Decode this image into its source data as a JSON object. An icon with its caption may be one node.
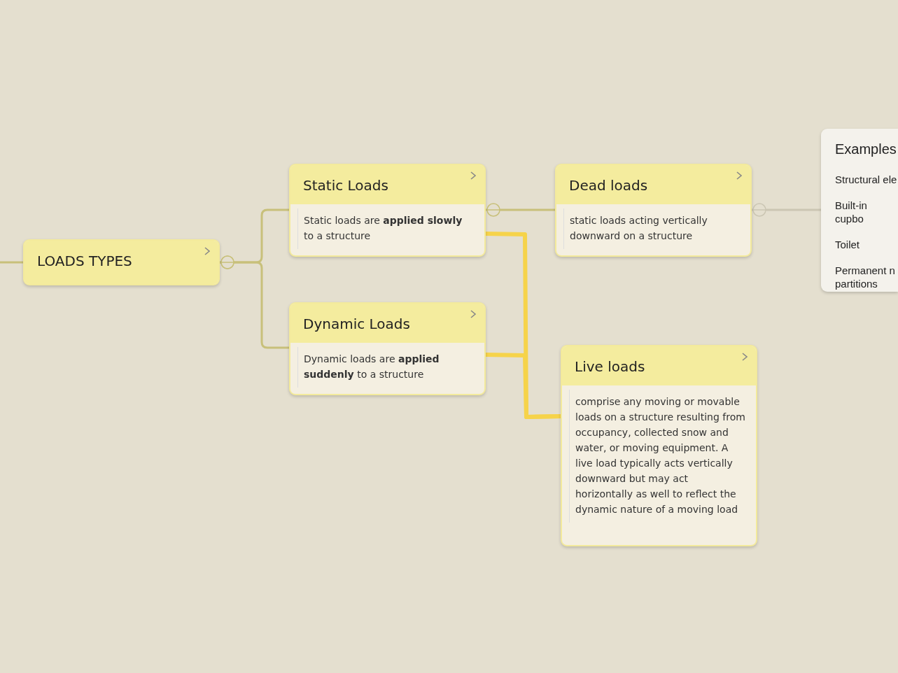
{
  "diagram": {
    "nodes": [
      {
        "text": [
          "LOADS TYPES"
        ]
      },
      {
        "text": [
          "Static Loads",
          "Static loads are **applied slowly** to a structure"
        ]
      },
      {
        "text": [
          "Dynamic Loads",
          "Dynamic loads are **applied suddenly** to a structure"
        ]
      },
      {
        "text": [
          "Dead loads",
          "static loads acting vertically downward on a structure"
        ]
      },
      {
        "text": [
          "Live loads",
          "comprise any moving or movable loads on a structure resulting from occupancy, collected snow and water, or moving equipment. A live load typically acts vertically downward but may act horizontally as well to reflect the dynamic nature of a moving load"
        ]
      },
      {
        "text": [
          "Examples",
          "Structural ele",
          "Built-in cupbo",
          "Toilet",
          "Permanent n partitions"
        ]
      }
    ],
    "edges": [
      {
        "from": null,
        "to": 0,
        "arrow": "none"
      },
      {
        "from": 0,
        "to": 1,
        "arrow": "other"
      },
      {
        "from": 0,
        "to": 2,
        "arrow": "other"
      },
      {
        "from": 1,
        "to": 3,
        "arrow": "other"
      },
      {
        "from": 3,
        "to": 5,
        "arrow": "other",
        "color": "#cbc6b3"
      },
      {
        "from": 1,
        "to": 4,
        "arrow": "none",
        "style": "thick",
        "color": "#f6d34a"
      },
      {
        "from": 2,
        "to": 4,
        "arrow": "none",
        "style": "thick",
        "color": "#f6d34a"
      }
    ]
  }
}
